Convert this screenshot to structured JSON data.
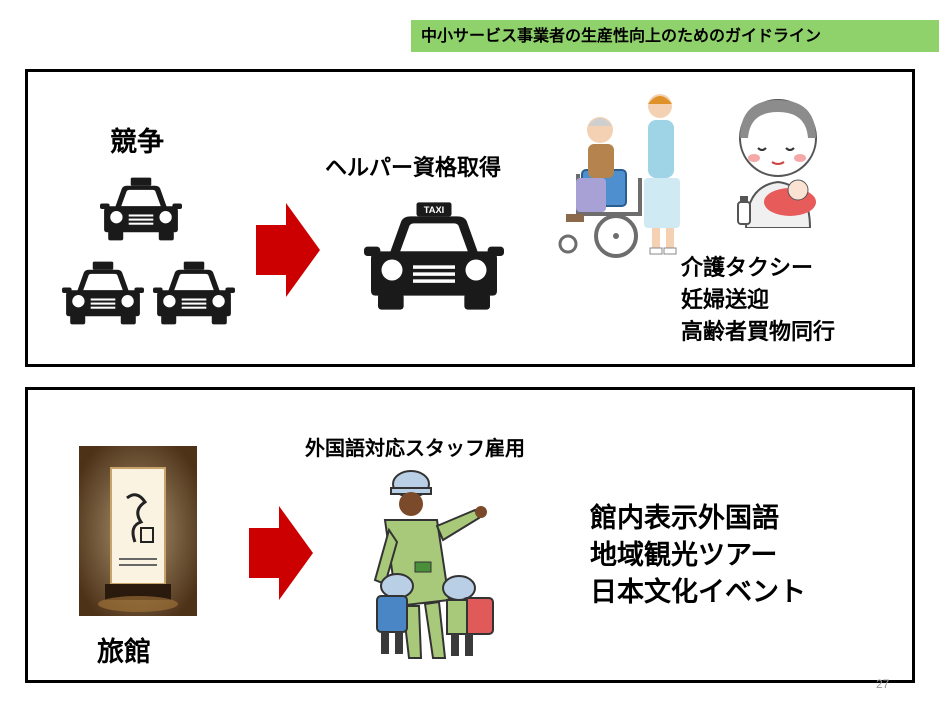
{
  "header": {
    "title": "中小サービス事業者の生産性向上のためのガイドライン"
  },
  "taxi_section": {
    "competition_label": "競争",
    "qualification_label": "ヘルパー資格取得",
    "taxi_sign": "TAXI",
    "services": [
      "介護タクシー",
      "妊婦送迎",
      "高齢者買物同行"
    ]
  },
  "ryokan_section": {
    "ryokan_label": "旅館",
    "hiring_label": "外国語対応スタッフ雇用",
    "services": [
      "館内表示外国語",
      "地域観光ツアー",
      "日本文化イベント"
    ]
  },
  "footer": {
    "page_number": "27"
  },
  "colors": {
    "header_bg": "#8fd16b",
    "arrow": "#cc0000",
    "panel_border": "#000000"
  }
}
